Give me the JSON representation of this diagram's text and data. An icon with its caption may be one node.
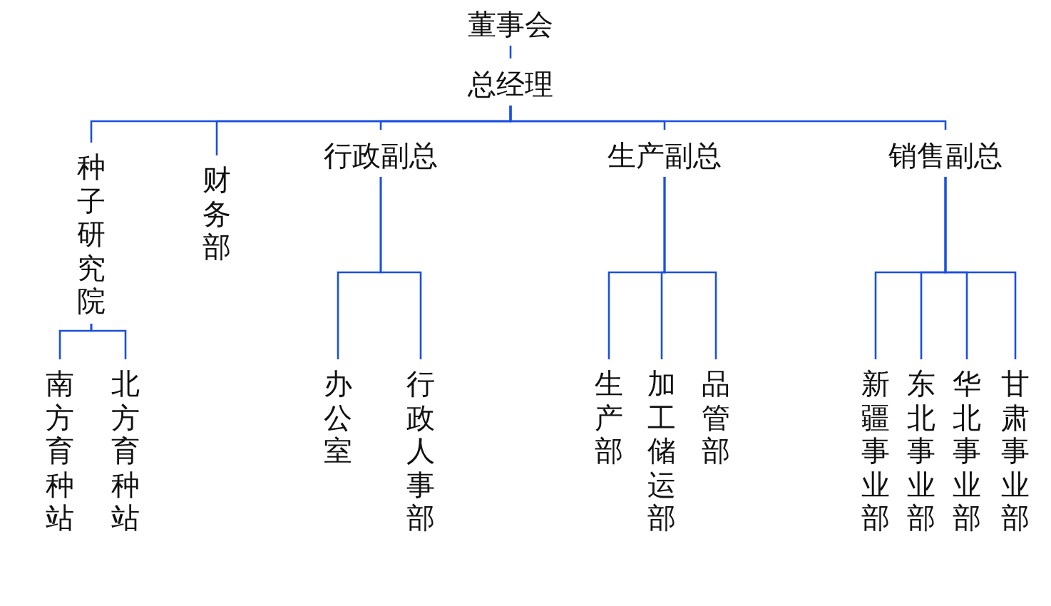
{
  "diagram": {
    "nodes": [
      {
        "text": [
          "董事会"
        ]
      },
      {
        "text": [
          "总经理"
        ]
      },
      {
        "text": [
          "种子研究院"
        ]
      },
      {
        "text": [
          "财务部"
        ]
      },
      {
        "text": [
          "行政副总"
        ]
      },
      {
        "text": [
          "生产副总"
        ]
      },
      {
        "text": [
          "销售副总"
        ]
      },
      {
        "text": [
          "南方育种站"
        ]
      },
      {
        "text": [
          "北方育种站"
        ]
      },
      {
        "text": [
          "办公室"
        ]
      },
      {
        "text": [
          "行政人事部"
        ]
      },
      {
        "text": [
          "生产部"
        ]
      },
      {
        "text": [
          "加工储运部"
        ]
      },
      {
        "text": [
          "品管部"
        ]
      },
      {
        "text": [
          "新疆事业部"
        ]
      },
      {
        "text": [
          "东北事业部"
        ]
      },
      {
        "text": [
          "华北事业部"
        ]
      },
      {
        "text": [
          "甘肃事业部"
        ]
      }
    ],
    "edges": [
      {
        "from": 0,
        "to": 1,
        "arrow": "none"
      },
      {
        "from": 1,
        "to": 2,
        "arrow": "none"
      },
      {
        "from": 1,
        "to": 3,
        "arrow": "none"
      },
      {
        "from": 1,
        "to": 4,
        "arrow": "none"
      },
      {
        "from": 1,
        "to": 5,
        "arrow": "none"
      },
      {
        "from": 1,
        "to": 6,
        "arrow": "none"
      },
      {
        "from": 2,
        "to": 7,
        "arrow": "none"
      },
      {
        "from": 2,
        "to": 8,
        "arrow": "none"
      },
      {
        "from": 4,
        "to": 9,
        "arrow": "none"
      },
      {
        "from": 4,
        "to": 10,
        "arrow": "none"
      },
      {
        "from": 5,
        "to": 11,
        "arrow": "none"
      },
      {
        "from": 5,
        "to": 12,
        "arrow": "none"
      },
      {
        "from": 5,
        "to": 13,
        "arrow": "none"
      },
      {
        "from": 6,
        "to": 14,
        "arrow": "none"
      },
      {
        "from": 6,
        "to": 15,
        "arrow": "none"
      },
      {
        "from": 6,
        "to": 16,
        "arrow": "none"
      },
      {
        "from": 6,
        "to": 17,
        "arrow": "none"
      }
    ]
  }
}
